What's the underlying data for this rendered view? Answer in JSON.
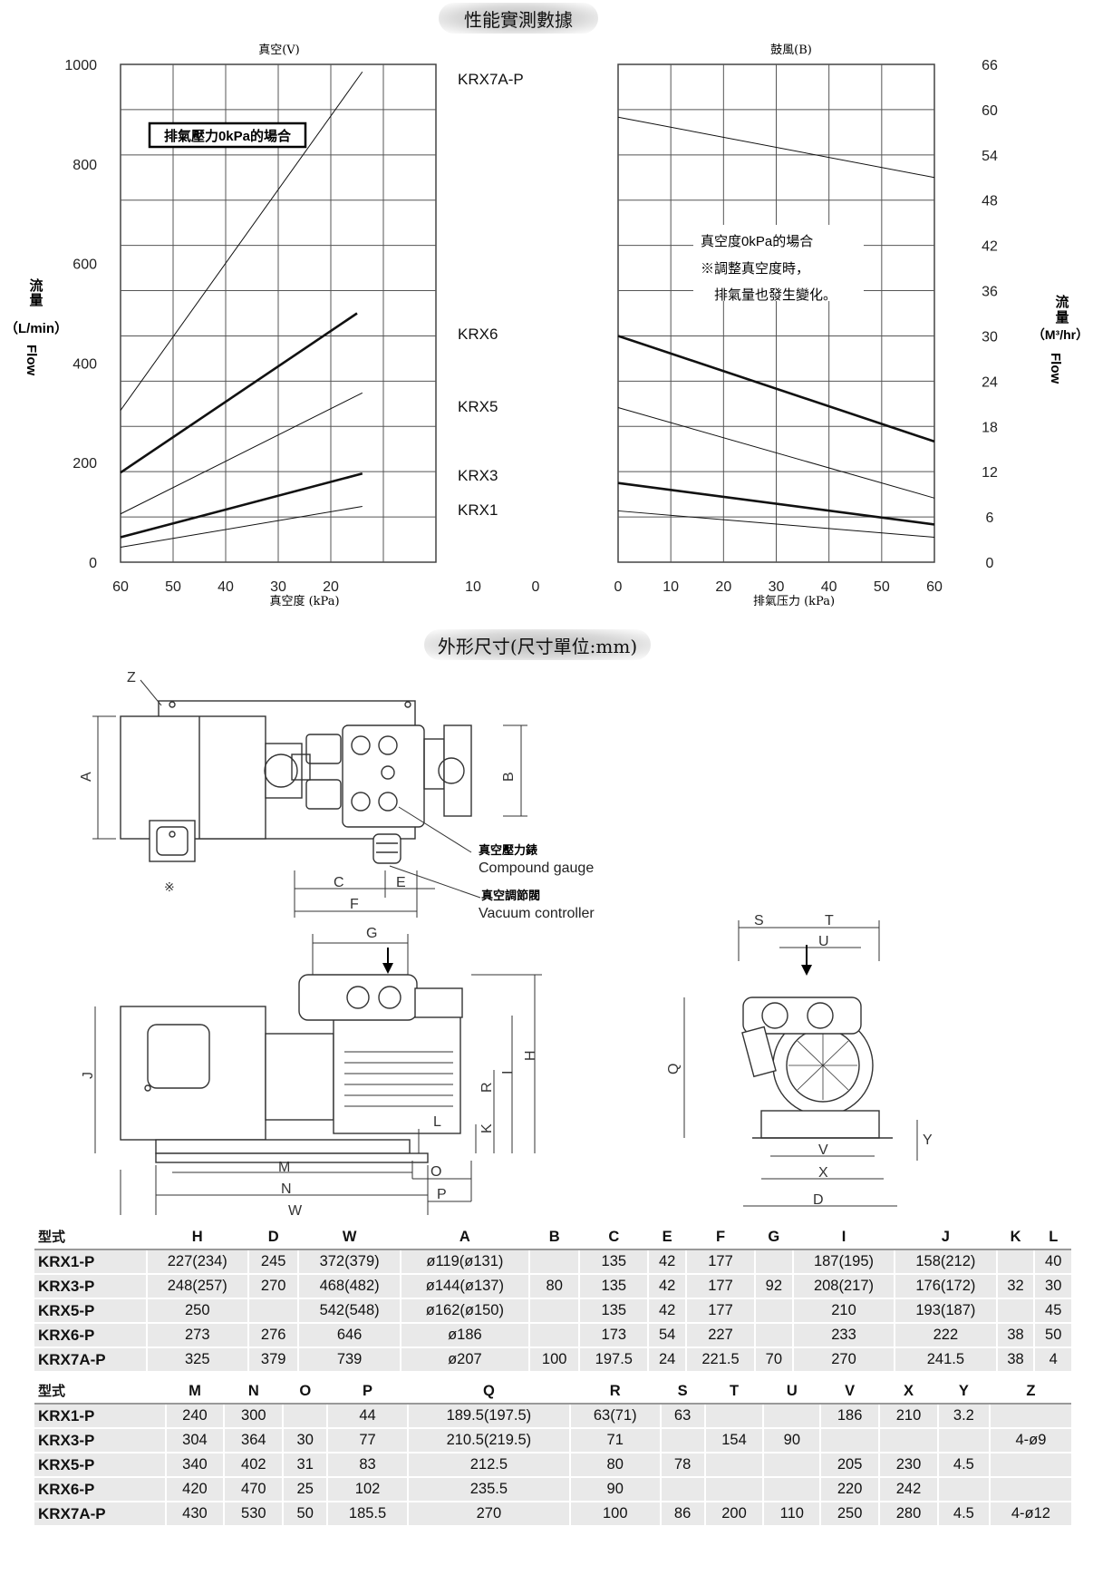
{
  "sections": {
    "performance_title": "性能實測數據",
    "dimensions_title": "外形尺寸(尺寸單位:mm)"
  },
  "chart_data": [
    {
      "type": "line",
      "title": "真空(V)",
      "xlabel": "真空度 (kPa)",
      "ylabel": "流量 (L/min) Flow",
      "x_ticks": [
        "60",
        "50",
        "40",
        "30",
        "20",
        "10",
        "0"
      ],
      "y_ticks": [
        "0",
        "200",
        "400",
        "600",
        "800",
        "1000"
      ],
      "xlim": [
        60,
        0
      ],
      "ylim": [
        0,
        1000
      ],
      "grid": true,
      "annotation": "排氣壓力0kPa的場合",
      "series": [
        {
          "name": "KRX7A-P",
          "x": [
            60,
            14
          ],
          "values": [
            305,
            985
          ],
          "weight": 1
        },
        {
          "name": "KRX6",
          "x": [
            60,
            15
          ],
          "values": [
            180,
            500
          ],
          "weight": 2.6
        },
        {
          "name": "KRX5",
          "x": [
            60,
            14
          ],
          "values": [
            97,
            340
          ],
          "weight": 1
        },
        {
          "name": "KRX3",
          "x": [
            60,
            14
          ],
          "values": [
            50,
            178
          ],
          "weight": 2.6
        },
        {
          "name": "KRX1",
          "x": [
            60,
            14
          ],
          "values": [
            30,
            112
          ],
          "weight": 1
        }
      ]
    },
    {
      "type": "line",
      "title": "鼓風(B)",
      "xlabel": "排氣压力 (kPa)",
      "ylabel": "流量 (M³/hr) Flow",
      "x_ticks": [
        "0",
        "10",
        "20",
        "30",
        "40",
        "50",
        "60"
      ],
      "y_ticks": [
        "0",
        "6",
        "12",
        "18",
        "24",
        "30",
        "36",
        "42",
        "48",
        "54",
        "60",
        "66"
      ],
      "xlim": [
        0,
        60
      ],
      "ylim": [
        0,
        66
      ],
      "grid": true,
      "annotation": [
        "真空度0kPa的場合",
        "※調整真空度時，",
        "排氣量也發生變化。"
      ],
      "series": [
        {
          "name": "KRX7A-P",
          "x": [
            0,
            60
          ],
          "values": [
            59,
            51
          ],
          "weight": 1
        },
        {
          "name": "KRX6",
          "x": [
            0,
            60
          ],
          "values": [
            30,
            16
          ],
          "weight": 2.6
        },
        {
          "name": "KRX5",
          "x": [
            0,
            60
          ],
          "values": [
            20.5,
            8.5
          ],
          "weight": 1
        },
        {
          "name": "KRX3",
          "x": [
            0,
            60
          ],
          "values": [
            10.5,
            5
          ],
          "weight": 2.6
        },
        {
          "name": "KRX1",
          "x": [
            0,
            60
          ],
          "values": [
            6.8,
            3.3
          ],
          "weight": 1
        }
      ]
    }
  ],
  "drawing": {
    "labels": {
      "compound_gauge_cn": "真空壓力錶",
      "compound_gauge_en": "Compound gauge",
      "vacuum_controller_cn": "真空調節閥",
      "vacuum_controller_en": "Vacuum controller",
      "note_mark": "※"
    },
    "letters": [
      "Z",
      "A",
      "B",
      "C",
      "E",
      "F",
      "G",
      "H",
      "I",
      "J",
      "R",
      "K",
      "L",
      "M",
      "N",
      "O",
      "P",
      "W",
      "S",
      "T",
      "U",
      "Q",
      "V",
      "X",
      "D",
      "Y"
    ]
  },
  "table1": {
    "headers": [
      "型式",
      "H",
      "D",
      "W",
      "A",
      "B",
      "C",
      "E",
      "F",
      "G",
      "I",
      "J",
      "K",
      "L"
    ],
    "rows": [
      [
        "KRX1-P",
        "227(234)",
        "245",
        "372(379)",
        "ø119(ø131)",
        "",
        "135",
        "42",
        "177",
        "",
        "187(195)",
        "158(212)",
        "",
        "40"
      ],
      [
        "KRX3-P",
        "248(257)",
        "270",
        "468(482)",
        "ø144(ø137)",
        "80",
        "135",
        "42",
        "177",
        "92",
        "208(217)",
        "176(172)",
        "32",
        "30"
      ],
      [
        "KRX5-P",
        "250",
        "",
        "542(548)",
        "ø162(ø150)",
        "",
        "135",
        "42",
        "177",
        "",
        "210",
        "193(187)",
        "",
        "45"
      ],
      [
        "KRX6-P",
        "273",
        "276",
        "646",
        "ø186",
        "",
        "173",
        "54",
        "227",
        "",
        "233",
        "222",
        "38",
        "50"
      ],
      [
        "KRX7A-P",
        "325",
        "379",
        "739",
        "ø207",
        "100",
        "197.5",
        "24",
        "221.5",
        "70",
        "270",
        "241.5",
        "38",
        "4"
      ]
    ]
  },
  "table2": {
    "headers": [
      "型式",
      "M",
      "N",
      "O",
      "P",
      "Q",
      "R",
      "S",
      "T",
      "U",
      "V",
      "X",
      "Y",
      "Z"
    ],
    "rows": [
      [
        "KRX1-P",
        "240",
        "300",
        "",
        "44",
        "189.5(197.5)",
        "63(71)",
        "63",
        "",
        "",
        "186",
        "210",
        "3.2",
        ""
      ],
      [
        "KRX3-P",
        "304",
        "364",
        "30",
        "77",
        "210.5(219.5)",
        "71",
        "",
        "154",
        "90",
        "",
        "",
        "",
        "4-ø9"
      ],
      [
        "KRX5-P",
        "340",
        "402",
        "31",
        "83",
        "212.5",
        "80",
        "78",
        "",
        "",
        "205",
        "230",
        "4.5",
        ""
      ],
      [
        "KRX6-P",
        "420",
        "470",
        "25",
        "102",
        "235.5",
        "90",
        "",
        "",
        "",
        "220",
        "242",
        "",
        ""
      ],
      [
        "KRX7A-P",
        "430",
        "530",
        "50",
        "185.5",
        "270",
        "100",
        "86",
        "200",
        "110",
        "250",
        "280",
        "4.5",
        "4-ø12"
      ]
    ]
  }
}
